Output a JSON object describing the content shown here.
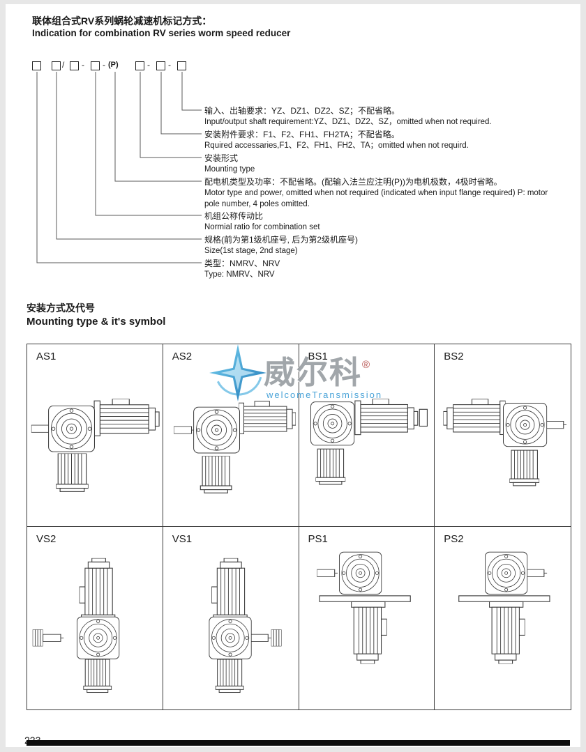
{
  "page": {
    "page_number": "223"
  },
  "header": {
    "title_zh": "联体组合式RV系列蜗轮减速机标记方式：",
    "title_en": "Indication for combination RV series worm speed reducer"
  },
  "designation": {
    "separators": {
      "slash": "/",
      "dash": "-",
      "p_label": "(P)"
    },
    "groups": [
      {
        "zh": "输入、出轴要求：YZ、DZ1、DZ2、SZ；不配省略。",
        "en": "Input/output shaft requirement:YZ、DZ1、DZ2、SZ，omitted when not required."
      },
      {
        "zh": "安装附件要求：F1、F2、FH1、FH2TA；不配省略。",
        "en": "Rquired accessaries,F1、F2、FH1、FH2、TA；omitted when not requird."
      },
      {
        "zh": "安装形式",
        "en": "Mounting type"
      },
      {
        "zh": "配电机类型及功率：不配省略。(配输入法兰应注明(P))为电机极数，4极时省略。",
        "en": "Motor type and power, omitted when not required (indicated when input flange required) P: motor pole number, 4 poles omitted."
      },
      {
        "zh": "机组公称传动比",
        "en": "Normial ratio for combination set"
      },
      {
        "zh": "规格(前为第1级机座号, 后为第2级机座号)",
        "en": "Size(1st stage, 2nd stage)"
      },
      {
        "zh": "类型：NMRV、NRV",
        "en": "Type: NMRV、NRV"
      }
    ]
  },
  "mounting": {
    "heading_zh": "安装方式及代号",
    "heading_en": "Mounting type & it's symbol",
    "types": [
      "AS1",
      "AS2",
      "BS1",
      "BS2",
      "VS2",
      "VS1",
      "PS1",
      "PS2"
    ]
  },
  "logo": {
    "icon": "star-burst-icon",
    "name": "威尔科",
    "registered": "®",
    "subtitle": "welcomeTransmission",
    "accent_color": "#3a9bd5"
  }
}
